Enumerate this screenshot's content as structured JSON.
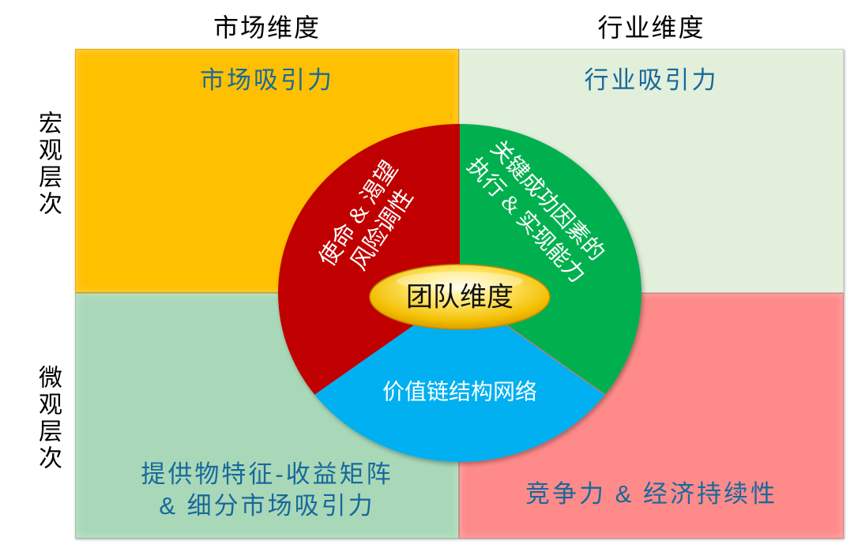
{
  "columns": {
    "market": "市场维度",
    "industry": "行业维度"
  },
  "rows": {
    "macro": "宏观层次",
    "micro": "微观层次"
  },
  "quadrants": {
    "market_macro": {
      "label": "市场吸引力",
      "color": "#FFC000"
    },
    "industry_macro": {
      "label": "行业吸引力",
      "color": "#E2EFDA"
    },
    "market_micro": {
      "lines": [
        "提供物特征-收益矩阵",
        "& 细分市场吸引力"
      ],
      "color": "#A9D8B8"
    },
    "industry_micro": {
      "label": "竞争力 & 经济持续性",
      "color": "#FF8A8A"
    }
  },
  "circle": {
    "mission_segment": {
      "lines": [
        "使命 & 渴望",
        "风险调性"
      ],
      "color": "#C00000"
    },
    "success_segment": {
      "lines": [
        "关键成功因素的",
        "执行 & 实现能力"
      ],
      "color": "#00B050"
    },
    "value_chain_segment": {
      "label": "价值链结构网络",
      "color": "#00B0F0"
    },
    "center": {
      "label": "团队维度"
    }
  },
  "colors": {
    "header_text": "#000000",
    "quadrant_text": "#17699C",
    "segment_text": "#FFFFFF",
    "center_text": "#111111"
  }
}
